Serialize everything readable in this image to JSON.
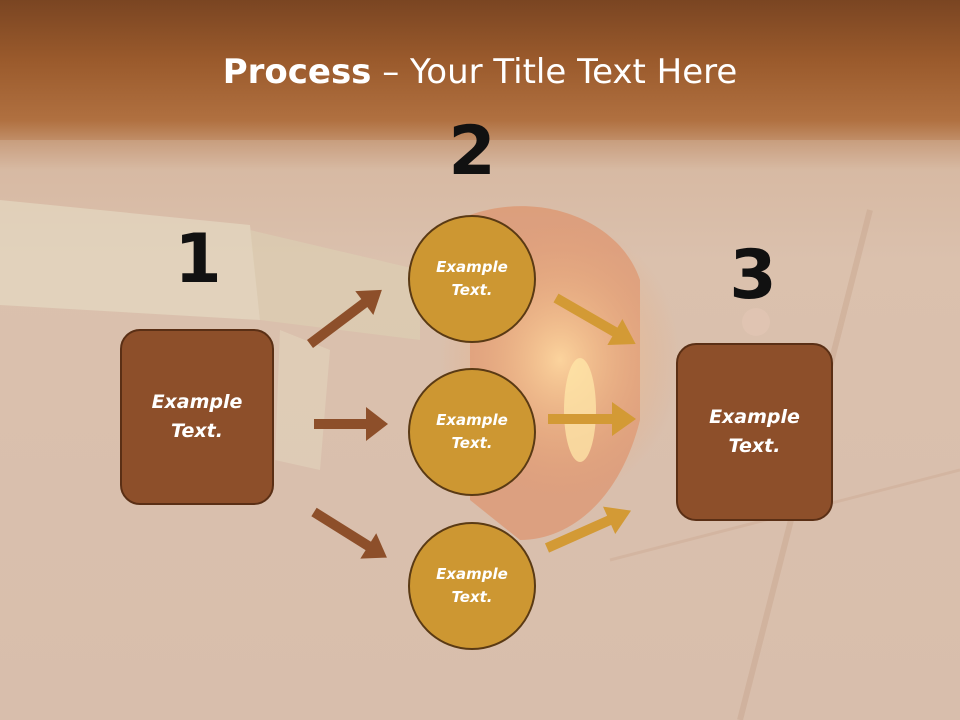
{
  "title": {
    "bold": "Process",
    "rest": " – Your Title Text Here"
  },
  "steps": {
    "one": "1",
    "two": "2",
    "three": "3"
  },
  "left_box": {
    "text": "Example Text."
  },
  "circles": [
    {
      "text": "Example Text."
    },
    {
      "text": "Example Text."
    },
    {
      "text": "Example Text."
    }
  ],
  "right_box": {
    "text": "Example Text."
  },
  "colors": {
    "box": "#8d4f2a",
    "circle": "#cd9732",
    "arrow_left": "#8d4f2a",
    "arrow_right": "#d39a35"
  }
}
